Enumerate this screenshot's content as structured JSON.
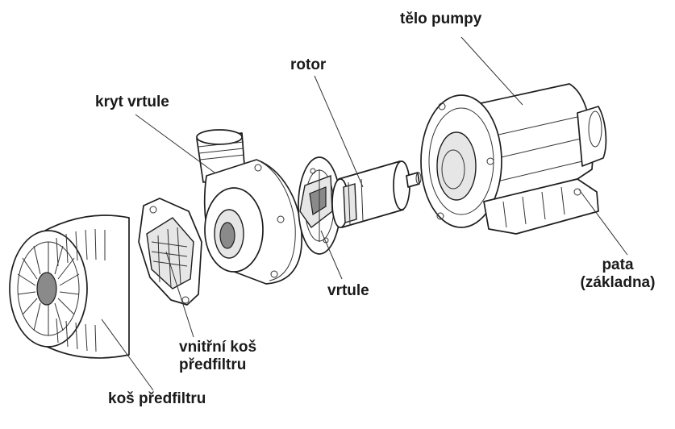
{
  "labels": {
    "telo_pumpy": "tělo pumpy",
    "rotor": "rotor",
    "kryt_vrtule": "kryt vrtule",
    "pata_line1": "pata",
    "pata_line2": "(základna)",
    "vrtule": "vrtule",
    "vnitrni_line1": "vnitřní koš",
    "vnitrni_line2": "předfiltru",
    "kos_predfiltru": "koš předfiltru"
  },
  "colors": {
    "line": "#1e1e1e",
    "text": "#1a1a1a",
    "background": "#ffffff"
  }
}
